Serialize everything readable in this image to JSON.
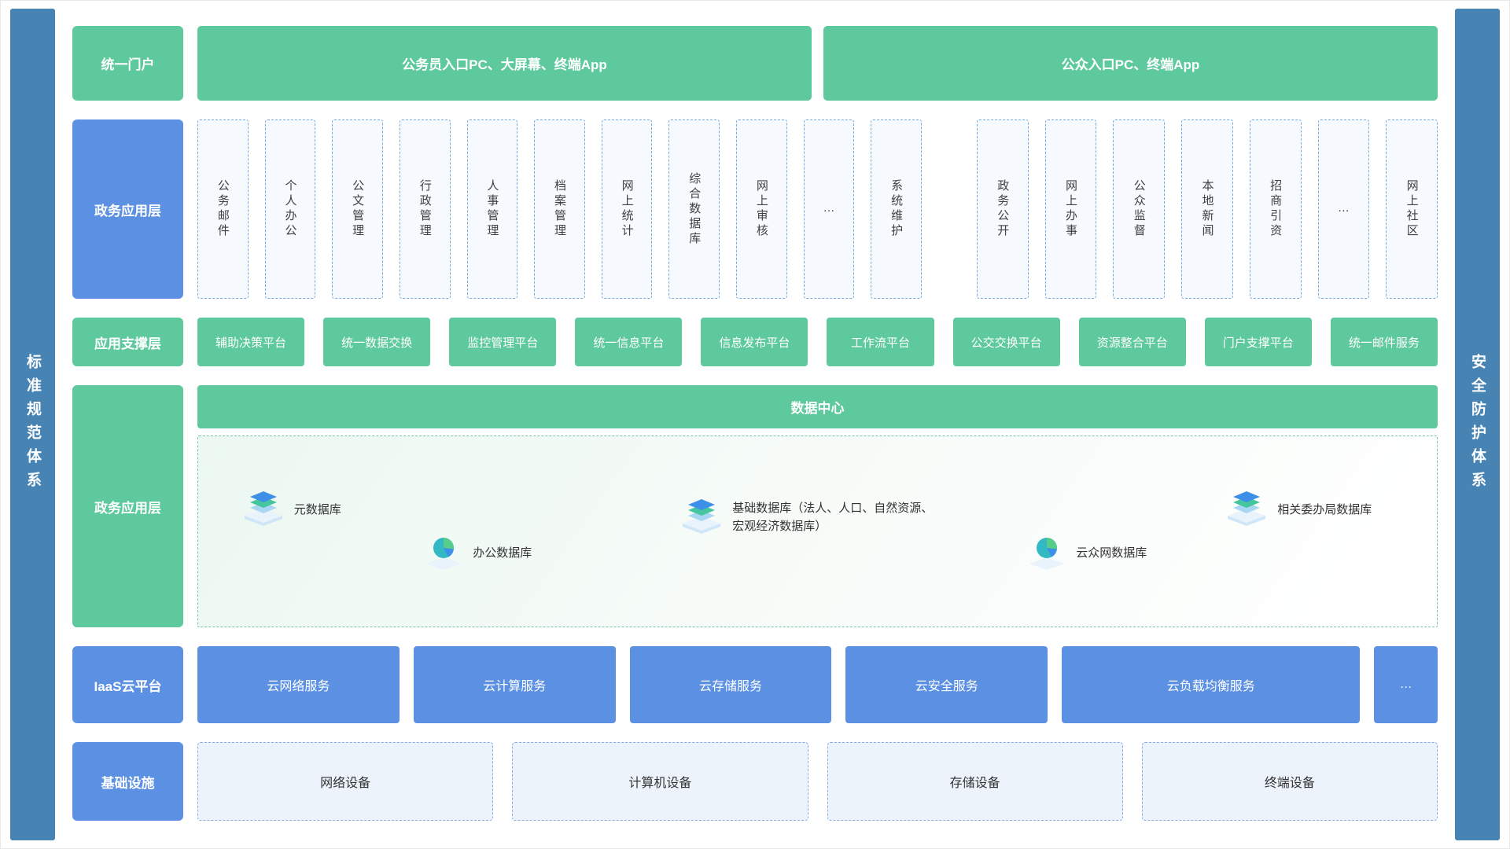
{
  "colors": {
    "green": "#5dc99c",
    "blue": "#5b90e2",
    "pillar": "#4783b3"
  },
  "pillars": {
    "left": "标准规范体系",
    "right": "安全防护体系"
  },
  "portal_row": {
    "label": "统一门户",
    "gov_entry": "公务员入口PC、大屏幕、终端App",
    "public_entry": "公众入口PC、终端App"
  },
  "app_layer": {
    "label": "政务应用层",
    "group1": [
      "公务邮件",
      "个人办公",
      "公文管理",
      "行政管理",
      "人事管理",
      "档案管理",
      "网上统计",
      "综合数据库",
      "网上审核",
      "…",
      "系统维护"
    ],
    "group2": [
      "政务公开",
      "网上办事",
      "公众监督",
      "本地新闻",
      "招商引资",
      "…",
      "网上社区"
    ]
  },
  "support_layer": {
    "label": "应用支撑层",
    "items": [
      "辅助决策平台",
      "统一数据交换",
      "监控管理平台",
      "统一信息平台",
      "信息发布平台",
      "工作流平台",
      "公交交换平台",
      "资源整合平台",
      "门户支撑平台",
      "统一邮件服务"
    ]
  },
  "data_layer": {
    "label": "政务应用层",
    "header": "数据中心",
    "databases": [
      {
        "name": "元数据库",
        "icon": "layers"
      },
      {
        "name": "办公数据库",
        "icon": "pie"
      },
      {
        "name": "基础数据库（法人、人口、自然资源、宏观经济数据库）",
        "icon": "layers"
      },
      {
        "name": "云众网数据库",
        "icon": "pie"
      },
      {
        "name": "相关委办局数据库",
        "icon": "layers"
      }
    ]
  },
  "iaas_layer": {
    "label": "IaaS云平台",
    "items": [
      "云网络服务",
      "云计算服务",
      "云存储服务",
      "云安全服务",
      "云负载均衡服务",
      "…"
    ]
  },
  "infra_layer": {
    "label": "基础设施",
    "items": [
      "网络设备",
      "计算机设备",
      "存储设备",
      "终端设备"
    ]
  }
}
